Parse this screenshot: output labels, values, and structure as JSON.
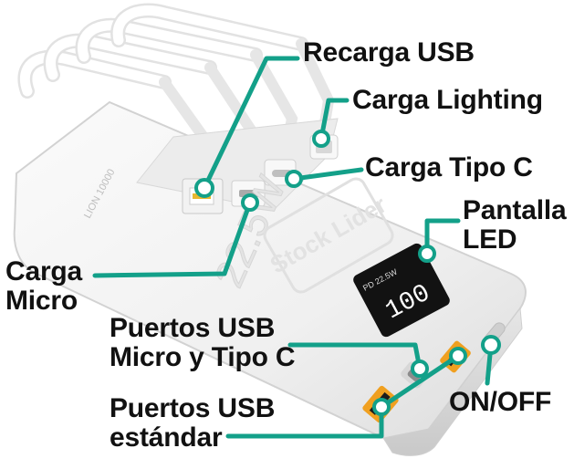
{
  "labels": {
    "recarga_usb": "Recarga USB",
    "carga_lighting": "Carga Lighting",
    "carga_tipo_c": "Carga Tipo C",
    "pantalla_led_line1": "Pantalla",
    "pantalla_led_line2": "LED",
    "carga_micro_line1": "Carga",
    "carga_micro_line2": "Micro",
    "puertos_micro_tipo_c_line1": "Puertos USB",
    "puertos_micro_tipo_c_line2": "Micro y Tipo C",
    "puertos_estandar_line1": "Puertos USB",
    "puertos_estandar_line2": "estándar",
    "on_off": "ON/OFF"
  },
  "device": {
    "power_text": "22.5W",
    "logo_text": "Stock Lider",
    "display_text": "100",
    "display_info": "PD 22.5W",
    "side_text": "LION 10000"
  },
  "colors": {
    "callout": "#13a089",
    "device_body": "#f4f4f4",
    "display": "#111111",
    "port_orange": "#f0a020"
  }
}
